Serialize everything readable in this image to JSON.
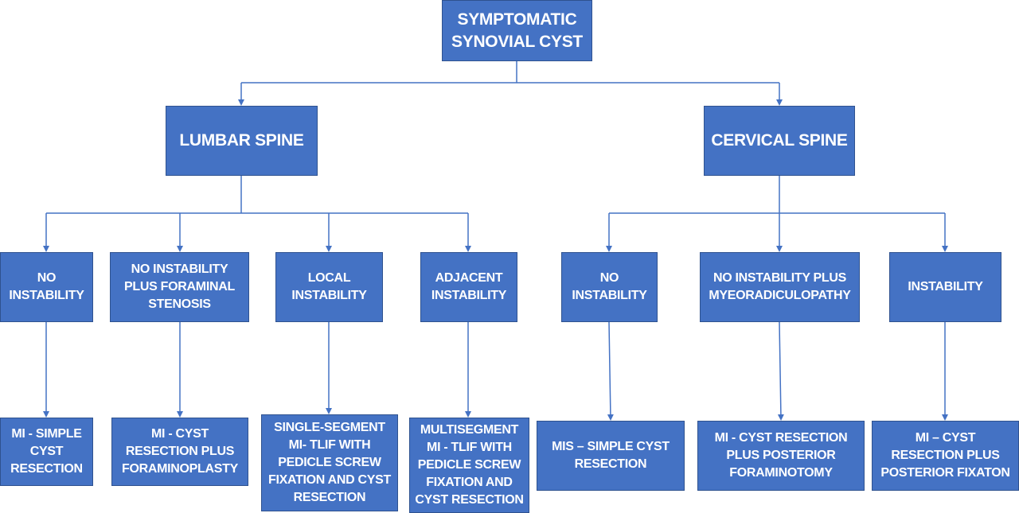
{
  "colors": {
    "box_fill": "#4472c4",
    "box_border": "#2f528f",
    "text": "#ffffff",
    "connector": "#4472c4"
  },
  "root": {
    "label": "SYMPTOMATIC\nSYNOVIAL CYST"
  },
  "branches": [
    {
      "label": "LUMBAR SPINE",
      "conditions": [
        {
          "label": "NO\nINSTABILITY",
          "treatment": "MI - SIMPLE\nCYST\nRESECTION"
        },
        {
          "label": "NO INSTABILITY\nPLUS FORAMINAL\nSTENOSIS",
          "treatment": "MI - CYST\nRESECTION PLUS\nFORAMINOPLASTY"
        },
        {
          "label": "LOCAL\nINSTABILITY",
          "treatment": "SINGLE-SEGMENT\nMI- TLIF WITH\nPEDICLE SCREW\nFIXATION AND CYST\nRESECTION"
        },
        {
          "label": "ADJACENT\nINSTABILITY",
          "treatment": "MULTISEGMENT\nMI - TLIF WITH\nPEDICLE SCREW\nFIXATION AND\nCYST RESECTION"
        }
      ]
    },
    {
      "label": "CERVICAL SPINE",
      "conditions": [
        {
          "label": "NO\nINSTABILITY",
          "treatment": "MIS – SIMPLE CYST\nRESECTION"
        },
        {
          "label": "NO INSTABILITY PLUS\nMYEORADICULOPATHY",
          "treatment": "MI - CYST RESECTION\nPLUS POSTERIOR\nFORAMINOTOMY"
        },
        {
          "label": "INSTABILITY",
          "treatment": "MI – CYST\nRESECTION PLUS\nPOSTERIOR FIXATON"
        }
      ]
    }
  ]
}
